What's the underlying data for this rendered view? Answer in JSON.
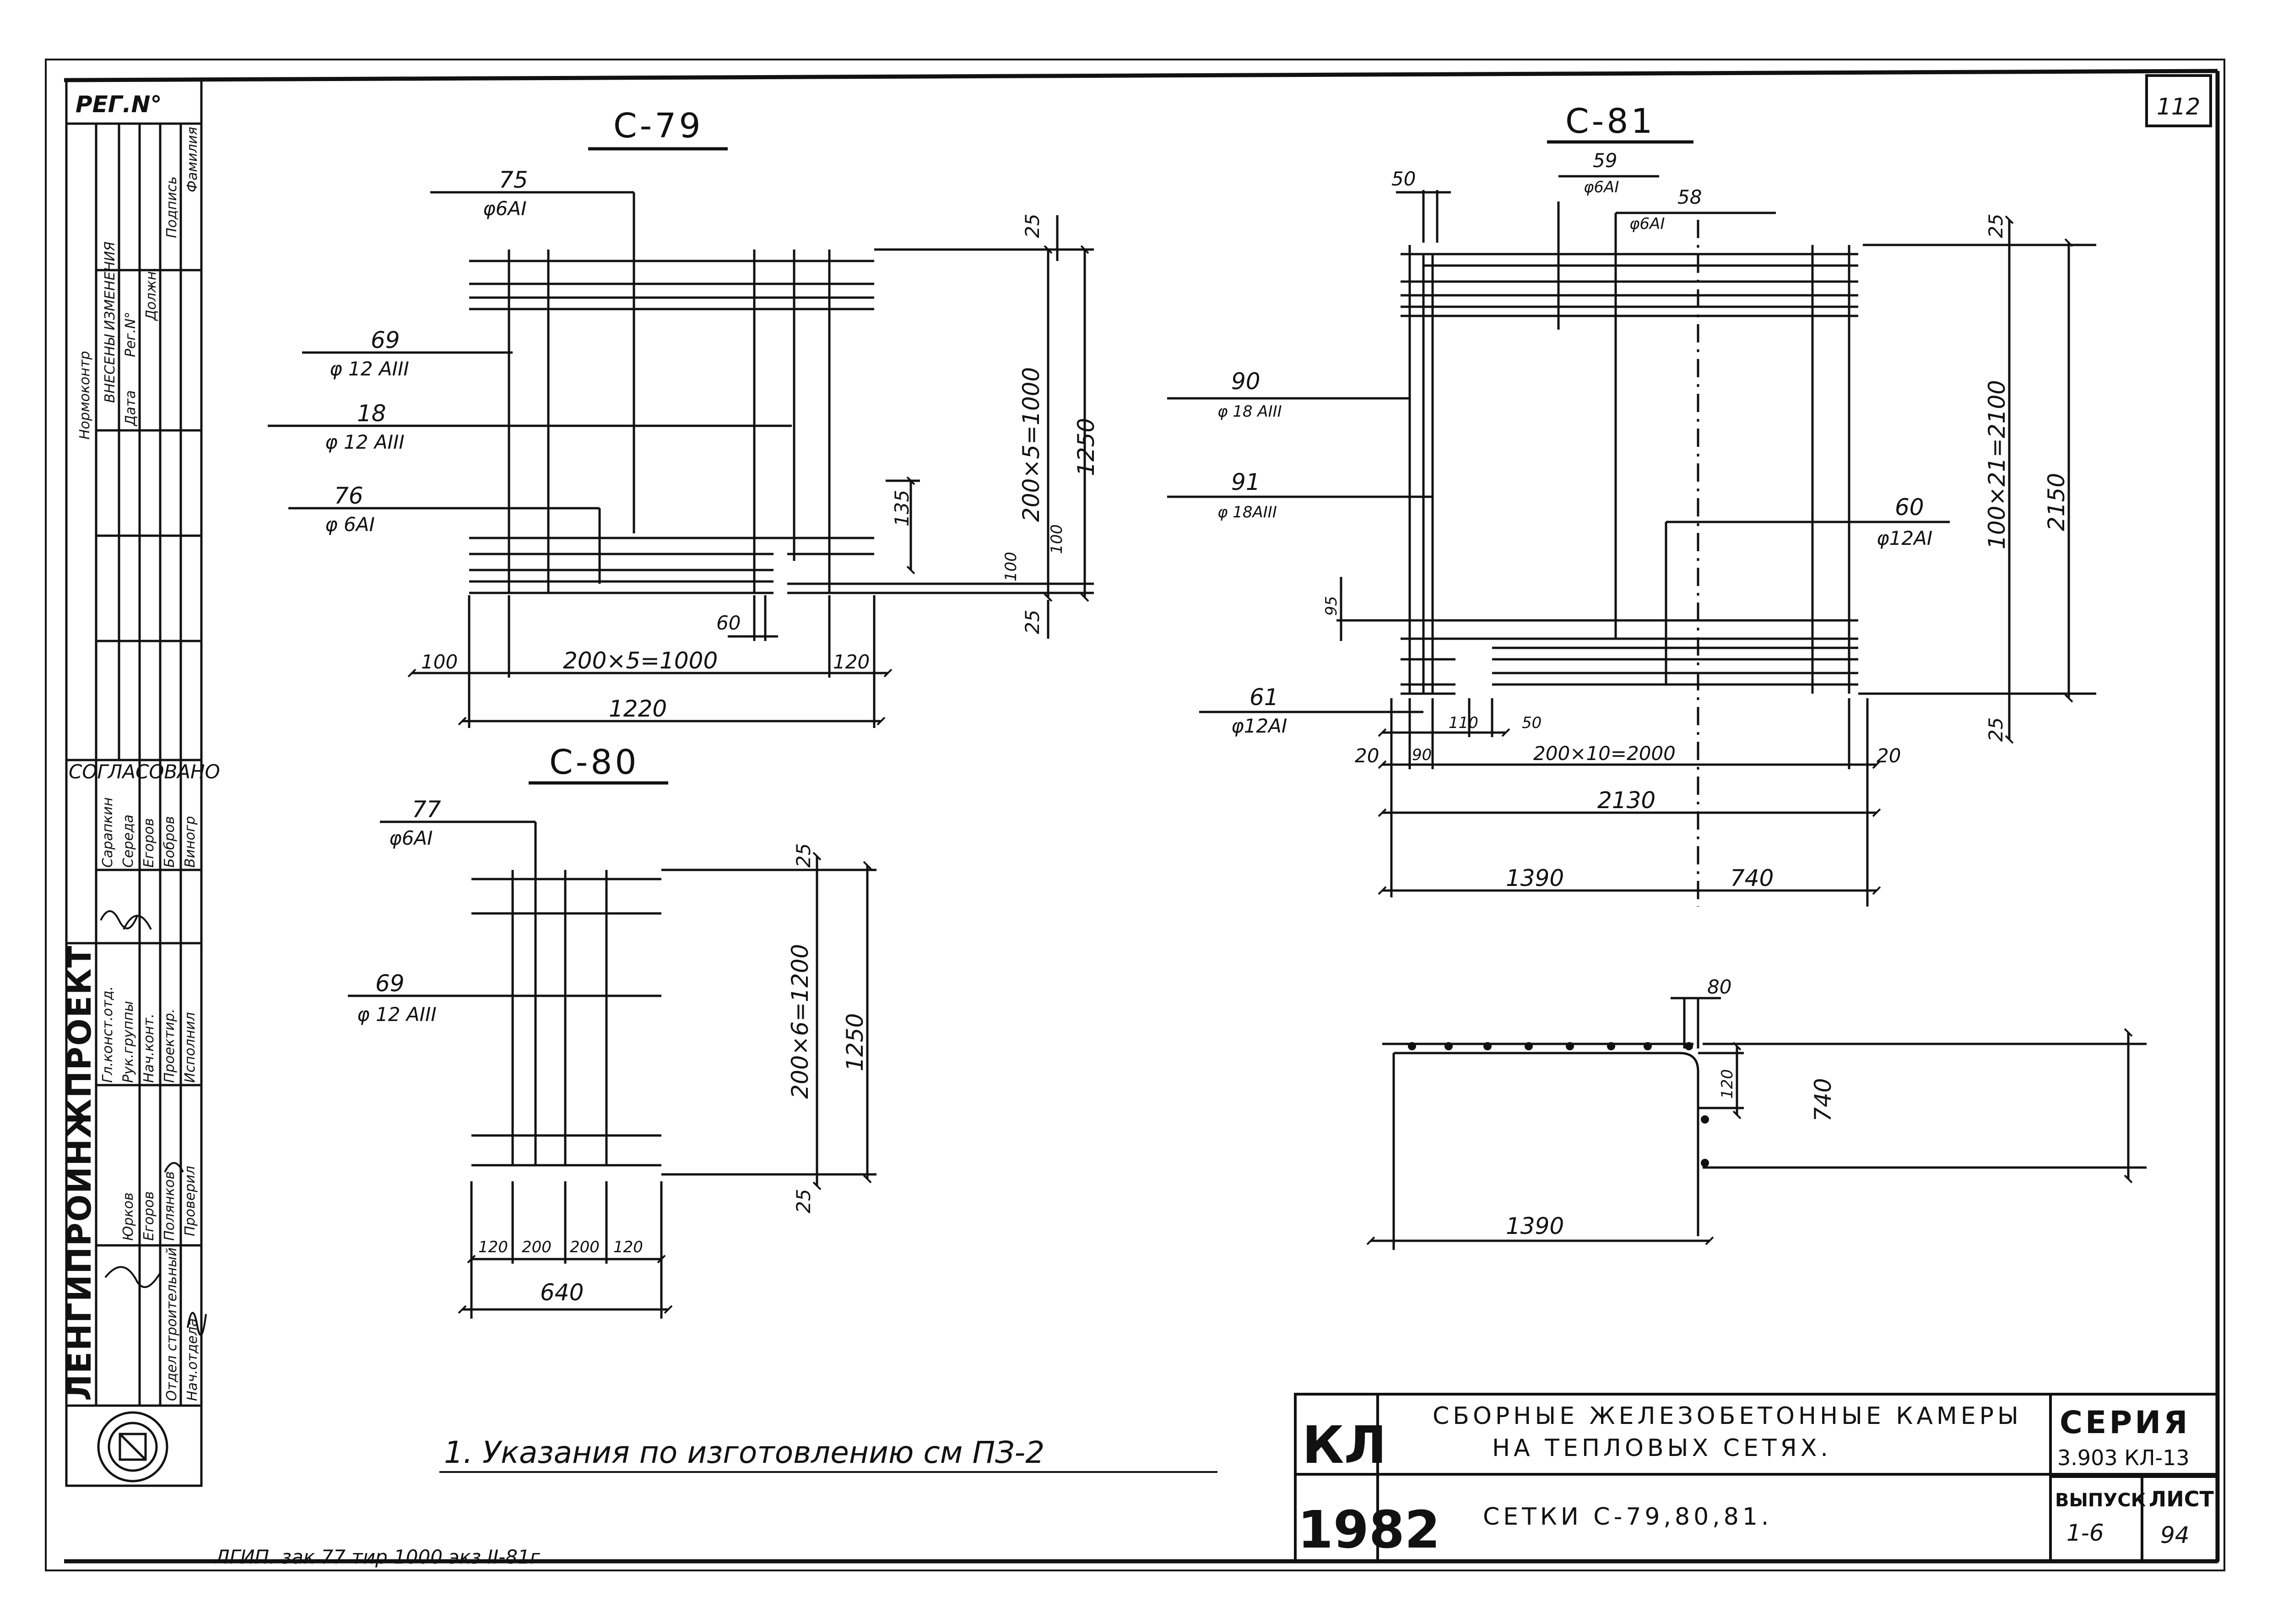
{
  "stamp": {
    "reg_no": "РЕГ.N°",
    "page_number": "112",
    "changes_header": "ВНЕСЕНЫ ИЗМЕНЕНИЯ",
    "changes_cols": [
      "Дата",
      "Рег.N°",
      "Должн.",
      "Подпись",
      "Фамилия"
    ],
    "normocontrol": "Нормоконтр",
    "agreed": "СОГЛАСОВАНО",
    "agreed_names": [
      "Сарапкин",
      "Середа",
      "Егоров",
      "Бобров",
      "Виногр"
    ],
    "roles": [
      "Гл.конст.отд.",
      "Рук.группы",
      "Нач.конт.",
      "Проектир.",
      "Исполнил",
      "Проверил"
    ],
    "roles_names": [
      "Юрков",
      "Егоров",
      "Полянков"
    ],
    "dept": "Отдел строительный",
    "dept_head": "Нач.отдела",
    "org": "ЛЕНГИПРОИНЖПРОЕКТ"
  },
  "c79": {
    "title": "С-79",
    "labels": [
      {
        "pos": "75",
        "bar": "φ6АI"
      },
      {
        "pos": "69",
        "bar": "φ 12 АIII"
      },
      {
        "pos": "18",
        "bar": "φ 12 АIII"
      },
      {
        "pos": "76",
        "bar": "φ 6АI"
      }
    ],
    "dims": {
      "top": "25",
      "span": "200×5=1000",
      "total_v": "1250",
      "mid": "135",
      "d100a": "100",
      "d100b": "100",
      "bot": "25",
      "d60": "60",
      "left": "100",
      "span_h": "200×5=1000",
      "right": "120",
      "total_h": "1220"
    }
  },
  "c80": {
    "title": "С-80",
    "labels": [
      {
        "pos": "77",
        "bar": "φ6АI"
      },
      {
        "pos": "69",
        "bar": "φ 12 АIII"
      }
    ],
    "dims": {
      "top": "25",
      "span": "200×6=1200",
      "total_v": "1250",
      "bot": "25",
      "h": [
        "120",
        "200",
        "200",
        "120"
      ],
      "total_h": "640"
    }
  },
  "c81": {
    "title": "С-81",
    "labels": [
      {
        "pos": "59",
        "bar": "φ6АI"
      },
      {
        "pos": "58",
        "bar": "φ6АI"
      },
      {
        "pos": "90",
        "bar": "φ 18 АIII"
      },
      {
        "pos": "91",
        "bar": "φ 18АIII"
      },
      {
        "pos": "60",
        "bar": "φ12АI"
      },
      {
        "pos": "61",
        "bar": "φ12АI"
      }
    ],
    "dims": {
      "d50": "50",
      "top": "25",
      "span_v": "100×21=2100",
      "total_v": "2150",
      "bot": "25",
      "d95": "95",
      "d20l": "20",
      "d90": "90",
      "d110": "110",
      "d50b": "50",
      "span_h": "200×10=2000",
      "d20r": "20",
      "total_h": "2130",
      "part1": "1390",
      "part2": "740"
    }
  },
  "bent": {
    "d80": "80",
    "d120": "120",
    "h": "740",
    "w": "1390"
  },
  "note": "1. Указания по изготовлению см ПЗ-2",
  "titleblock": {
    "code": "КЛ",
    "year": "1982",
    "desc1": "СБОРНЫЕ ЖЕЛЕЗОБЕТОННЫЕ КАМЕРЫ",
    "desc2": "НА ТЕПЛОВЫХ СЕТЯХ.",
    "sheet_title": "СЕТКИ С-79,80,81.",
    "series_label": "СЕРИЯ",
    "series_value": "3.903 КЛ-13",
    "issue_label": "ВЫПУСК",
    "issue_value": "1-6",
    "sheet_label": "ЛИСТ",
    "sheet_value": "94"
  },
  "print_note": "ЛГИП. зак 77 тир 1000 экз II-81г"
}
